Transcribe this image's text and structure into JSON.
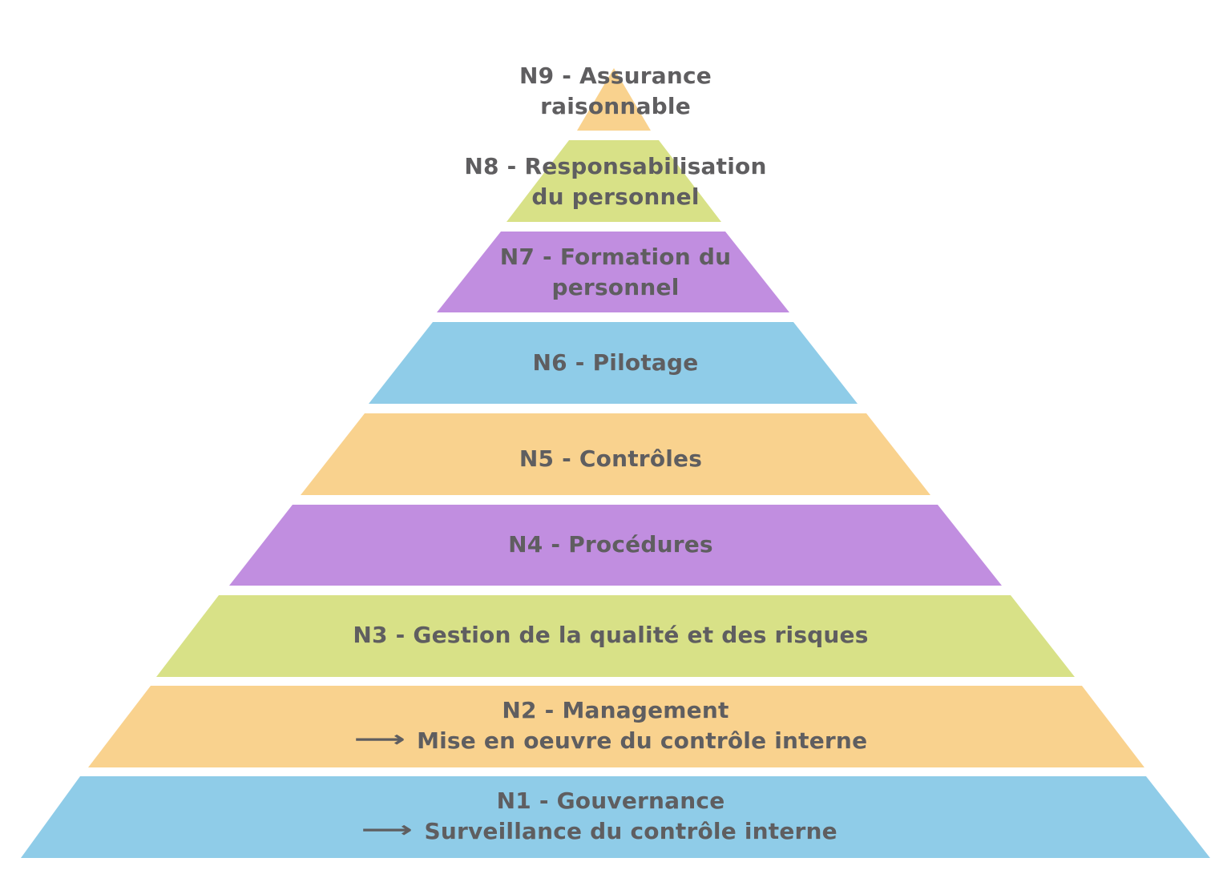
{
  "colors": {
    "yellow": "#f9d28e",
    "green": "#d8e187",
    "purple": "#c18ee0",
    "blue": "#8fcce8",
    "text": "#5f5e60",
    "background": "#ffffff"
  },
  "icons": {
    "arrow": "⟶"
  },
  "levels": [
    {
      "id": "N1",
      "title": "N1 - Gouvernance",
      "subtitle": "Surveillance du contrôle interne",
      "has_arrow": true,
      "color": "#8fcce8"
    },
    {
      "id": "N2",
      "title": "N2 - Management",
      "subtitle": "Mise en oeuvre du contrôle interne",
      "has_arrow": true,
      "color": "#f9d28e"
    },
    {
      "id": "N3",
      "title": "N3 - Gestion de la qualité et des risques",
      "color": "#d8e187"
    },
    {
      "id": "N4",
      "title": "N4 - Procédures",
      "color": "#c18ee0"
    },
    {
      "id": "N5",
      "title": "N5 - Contrôles",
      "color": "#f9d28e"
    },
    {
      "id": "N6",
      "title": "N6 - Pilotage",
      "color": "#8fcce8"
    },
    {
      "id": "N7",
      "title_line1": "N7 - Formation du",
      "title_line2": "personnel",
      "color": "#c18ee0"
    },
    {
      "id": "N8",
      "title_line1": "N8 - Responsabilisation",
      "title_line2": "du personnel",
      "color": "#d8e187"
    },
    {
      "id": "N9",
      "title_line1": "N9 - Assurance",
      "title_line2": "raisonnable",
      "color": "#f9d28e"
    }
  ]
}
